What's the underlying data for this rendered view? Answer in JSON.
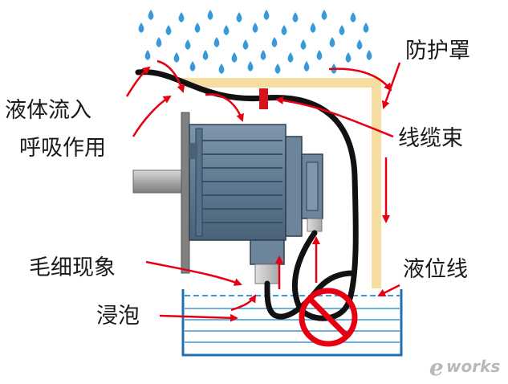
{
  "labels": {
    "liquid_inflow": "液体流入",
    "breathing": "呼吸作用",
    "shield": "防护罩",
    "cable_tie": "线缆束",
    "capillary": "毛细现象",
    "immersion": "浸泡",
    "liquid_level": "液位线"
  },
  "logo": {
    "mark": "e",
    "text": "works"
  },
  "colors": {
    "drop": "#3a9ad9",
    "shield": "#f5dea0",
    "cable": "#111111",
    "arrow": "#e60012",
    "motor": "#5f7a92",
    "water_line": "#3a9ad9",
    "tank": "#1f6fb2"
  }
}
